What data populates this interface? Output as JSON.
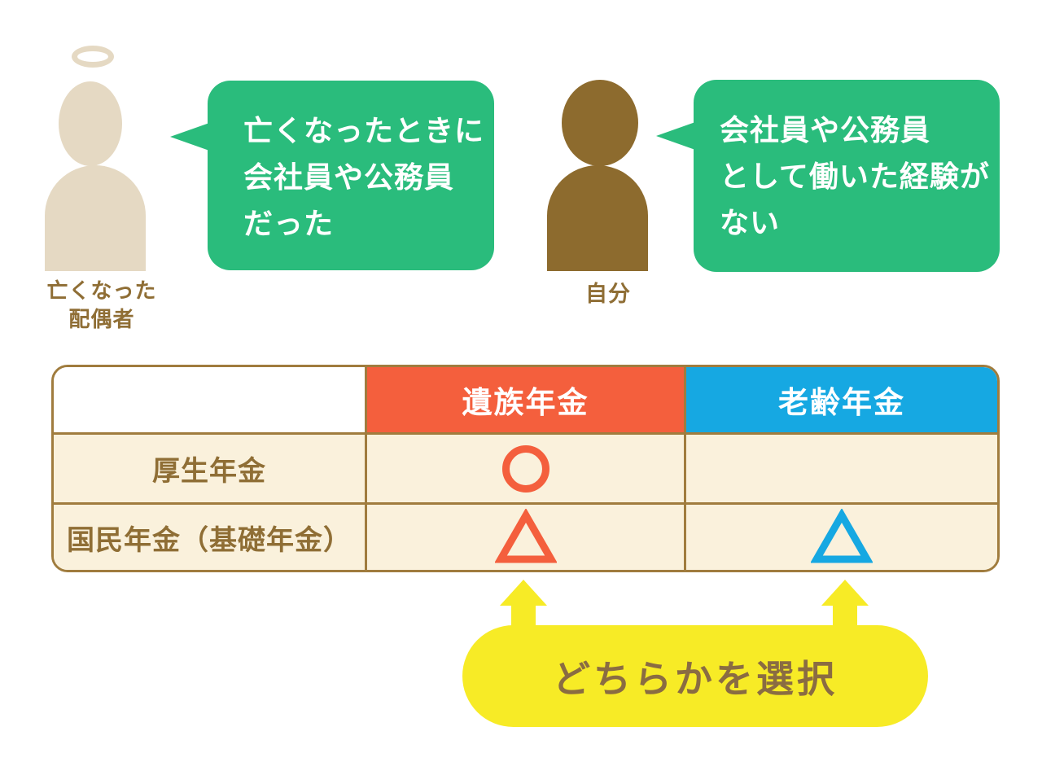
{
  "deceased_spouse": {
    "label_line1": "亡くなった",
    "label_line2": "配偶者",
    "bubble_line1": "亡くなったときに",
    "bubble_line2": "会社員や公務員",
    "bubble_line3": "だった"
  },
  "self": {
    "label": "自分",
    "bubble_line1": "会社員や公務員",
    "bubble_line2": "として働いた経験が",
    "bubble_line3": "ない"
  },
  "table": {
    "header_survivor": "遺族年金",
    "header_oldage": "老齢年金",
    "row1_label": "厚生年金",
    "row2_label": "国民年金（基礎年金）",
    "marks": {
      "kousei_survivor": "circle",
      "kousei_oldage": "none",
      "kokumin_survivor": "triangle",
      "kokumin_oldage": "triangle"
    }
  },
  "callout": {
    "label": "どちらかを選択"
  },
  "colors": {
    "green": "#2abc7c",
    "beige": "#e5d9c3",
    "person_brown": "#8d6b2e",
    "label_brown": "#8f6e35",
    "table_border": "#a07c3e",
    "cream": "#faf1dc",
    "red": "#f45f3d",
    "blue": "#16a8e2",
    "yellow": "#f7eb26",
    "pill_text_brown": "#8a6c42",
    "bubble_text": "#ffffff"
  }
}
